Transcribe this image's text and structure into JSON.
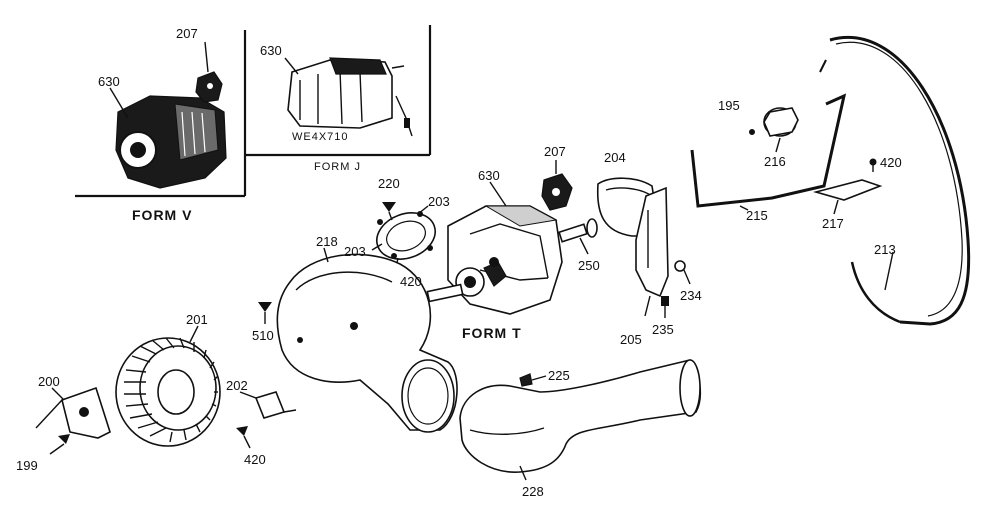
{
  "labels": {
    "p207a": "207",
    "p630a": "630",
    "p630b": "630",
    "p630c": "630",
    "p195": "195",
    "p216": "216",
    "p420a": "420",
    "p215": "215",
    "p217": "217",
    "p213": "213",
    "p207b": "207",
    "p204": "204",
    "p220": "220",
    "p203a": "203",
    "p203b": "203",
    "p420b": "420",
    "p218": "218",
    "p250": "250",
    "p234": "234",
    "p510": "510",
    "p205": "205",
    "p235": "235",
    "p201": "201",
    "p200": "200",
    "p202": "202",
    "p199": "199",
    "p420c": "420",
    "p225": "225",
    "p228": "228",
    "we": "WE4X710"
  },
  "forms": {
    "v": "FORM V",
    "j": "FORM J",
    "t": "FORM T"
  }
}
